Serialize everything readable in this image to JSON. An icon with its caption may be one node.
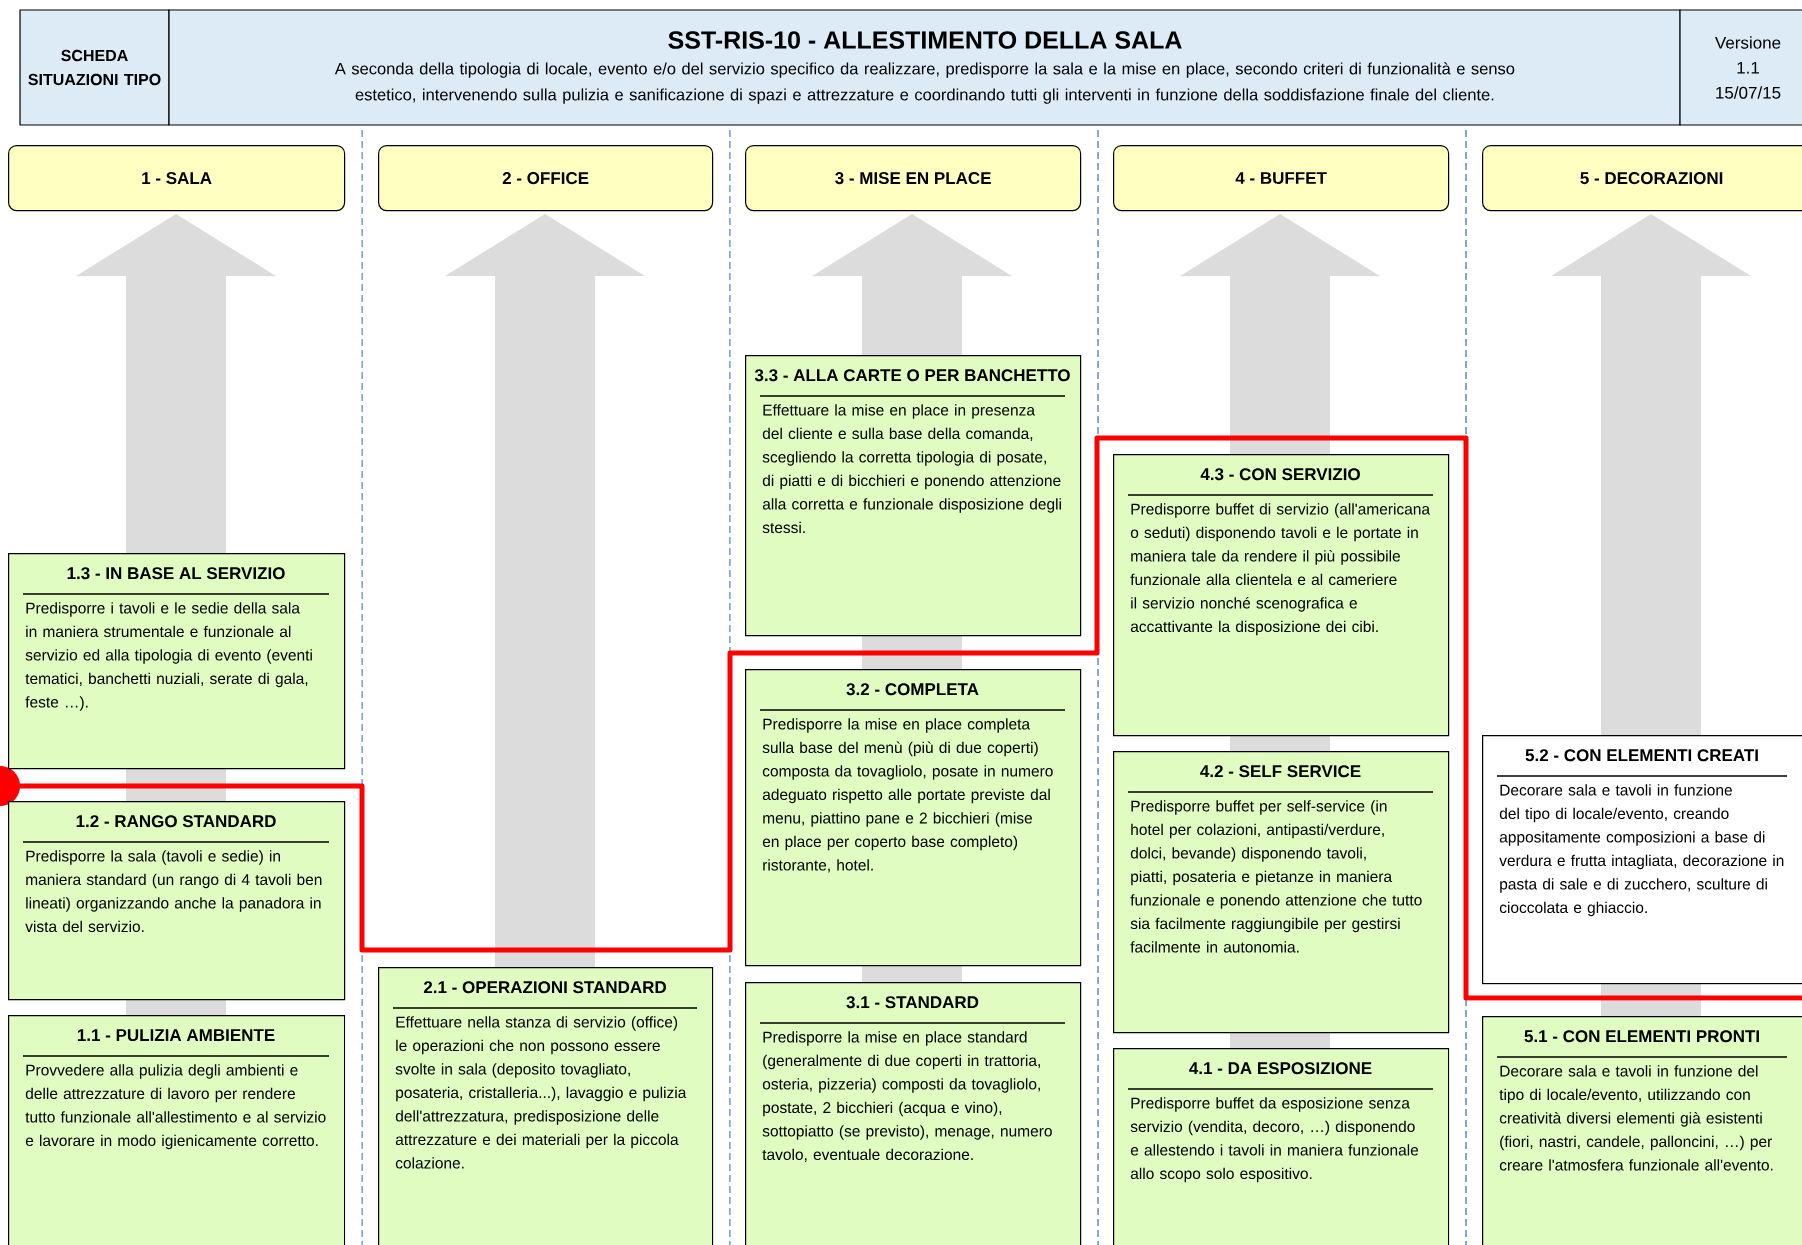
{
  "diagram": {
    "title": "SST-RIS-10  -  ALLESTIMENTO DELLA SALA",
    "nodes": [
      {
        "text": [
          "1 - SALA"
        ]
      },
      {
        "text": [
          "2 - OFFICE"
        ]
      },
      {
        "text": [
          "3 - MISE EN PLACE"
        ]
      },
      {
        "text": [
          "4 - BUFFET"
        ]
      },
      {
        "text": [
          "5 - DECORAZIONI"
        ]
      },
      {
        "text": [
          "1.3 - IN BASE AL SERVIZIO",
          "Predisporre i tavoli e le sedie della sala in maniera strumentale e funzionale al servizio ed alla tipologia di evento (eventi tematici, banchetti nuziali, serate di gala, feste …)."
        ]
      },
      {
        "text": [
          "1.2 - RANGO STANDARD",
          "Predisporre la sala (tavoli e sedie) in maniera standard (un rango di 4 tavoli ben lineati) organizzando anche la panadora in vista del servizio."
        ]
      },
      {
        "text": [
          "1.1 - PULIZIA AMBIENTE",
          "Provvedere alla pulizia degli ambienti e delle attrezzature di lavoro per rendere tutto funzionale all'allestimento e al servizio e lavorare in modo igienicamente corretto."
        ]
      },
      {
        "text": [
          "2.1 - OPERAZIONI STANDARD",
          "Effettuare nella stanza di servizio (office) le operazioni che non possono essere svolte in sala (deposito tovagliato, posateria, cristalleria...), lavaggio e pulizia dell'attrezzatura, predisposizione delle attrezzature e dei materiali per la piccola colazione."
        ]
      },
      {
        "text": [
          "3.3 - ALLA CARTE O PER BANCHETTO",
          "Effettuare la mise en place in presenza del cliente e sulla base della comanda, scegliendo la corretta tipologia di posate, di piatti e di bicchieri e ponendo attenzione alla corretta e funzionale disposizione degli stessi."
        ]
      },
      {
        "text": [
          "3.2 - COMPLETA",
          "Predisporre la mise en place completa sulla base del menù (più di due coperti) composta da tovagliolo, posate in numero adeguato rispetto alle portate previste dal menu, piattino pane e 2 bicchieri (mise en place per coperto base completo) ristorante, hotel."
        ]
      },
      {
        "text": [
          "3.1 - STANDARD",
          "Predisporre la mise en place standard (generalmente di due coperti in trattoria, osteria, pizzeria) composti da tovagliolo, postate, 2 bicchieri (acqua e vino), sottopiatto (se previsto), menage, numero tavolo, eventuale decorazione."
        ]
      },
      {
        "text": [
          "4.3 - CON SERVIZIO",
          "Predisporre buffet di servizio (all'americana o seduti) disponendo tavoli e le portate in maniera tale da rendere il più possibile funzionale alla clientela e al cameriere il servizio nonché scenografica e accattivante la disposizione dei cibi."
        ]
      },
      {
        "text": [
          "4.2 - SELF SERVICE",
          "Predisporre buffet per self-service (in hotel per colazioni, antipasti/verdure, dolci, bevande) disponendo tavoli, piatti, posateria e pietanze in maniera funzionale e ponendo attenzione che tutto sia facilmente raggiungibile per gestirsi facilmente in autonomia."
        ]
      },
      {
        "text": [
          "4.1 - DA ESPOSIZIONE",
          "Predisporre buffet da esposizione senza servizio (vendita, decoro, …) disponendo e allestendo i tavoli in maniera funzionale allo scopo solo espositivo."
        ]
      },
      {
        "text": [
          "5.2 - CON ELEMENTI CREATI",
          "Decorare sala e tavoli in funzione del tipo di locale/evento, creando appositamente composizioni a base di verdura e frutta intagliata, decorazione in pasta di sale e di zucchero, sculture di cioccolata e ghiaccio."
        ]
      },
      {
        "text": [
          "5.1 - CON ELEMENTI PRONTI",
          "Decorare sala e tavoli in funzione del tipo di locale/evento, utilizzando con creatività diversi elementi già esistenti (fiori, nastri, candele, palloncini, …) per creare l'atmosfera funzionale all'evento."
        ]
      }
    ],
    "labels": [
      "SCHEDA SITUAZIONI TIPO",
      "A seconda della tipologia di locale, evento e/o del servizio specifico da realizzare, predisporre la sala e la mise en place, secondo criteri di funzionalità e senso estetico, intervenendo sulla pulizia e sanificazione di spazi e attrezzature e coordinando tutti gli interventi in funzione della soddisfazione finale del cliente.",
      "Versione 1.1 15/07/15"
    ]
  }
}
